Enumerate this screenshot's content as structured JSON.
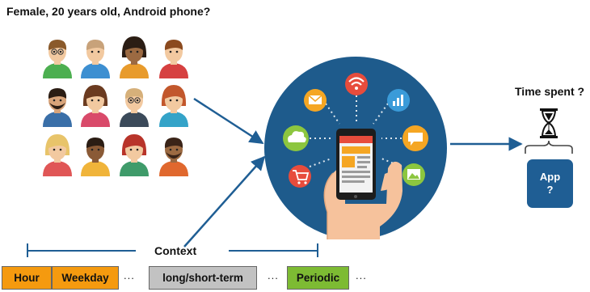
{
  "question": "Female, 20 years old, Android phone?",
  "time_label": "Time spent ?",
  "app_label_line1": "App",
  "app_label_line2": "?",
  "context_label": "Context",
  "context_boxes": [
    {
      "label": "Hour",
      "color": "#f59a0f"
    },
    {
      "label": "Weekday",
      "color": "#f59a0f"
    },
    {
      "label": "long/short-term",
      "color": "#c2c2c2"
    },
    {
      "label": "Periodic",
      "color": "#7dbb33"
    }
  ],
  "ellipsis": "...",
  "colors": {
    "circle": "#1e5b8c",
    "arrow": "#1f5e94",
    "app_box": "#1f5e94",
    "hourglass": "#111111"
  },
  "icons": [
    "wifi-icon",
    "mail-icon",
    "bar-chart-icon",
    "cloud-icon",
    "chat-icon",
    "cart-icon",
    "image-icon",
    "smartphone-icon",
    "hand-icon",
    "hourglass-icon",
    "person-avatar-icon"
  ]
}
